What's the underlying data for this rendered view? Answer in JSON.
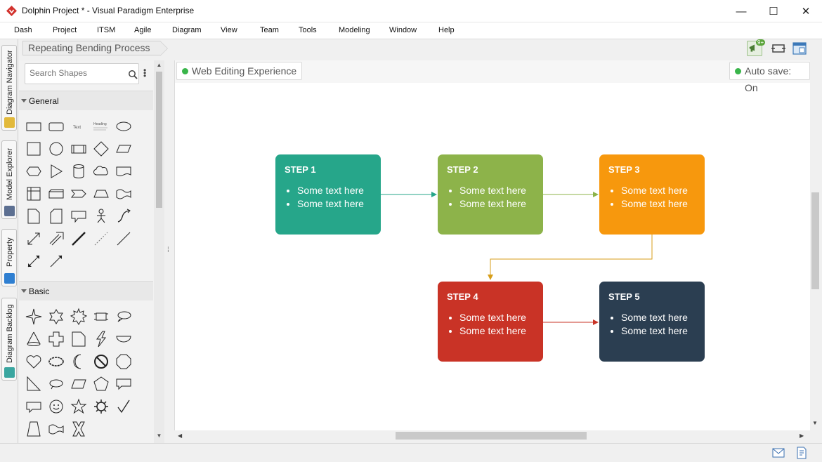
{
  "window": {
    "title": "Dolphin Project * - Visual Paradigm Enterprise",
    "minimize_glyph": "—",
    "maximize_glyph": "☐",
    "close_glyph": "✕"
  },
  "menu": [
    "Dash",
    "Project",
    "ITSM",
    "Agile",
    "Diagram",
    "View",
    "Team",
    "Tools",
    "Modeling",
    "Window",
    "Help"
  ],
  "side_tabs": [
    "Diagram Navigator",
    "Model Explorer",
    "Property",
    "Diagram Backlog"
  ],
  "breadcrumb": "Repeating Bending Process",
  "toolbar": {
    "notification_badge": "9+",
    "icons": [
      "megaphone-icon",
      "fit-diagram-icon",
      "diagram-overview-icon"
    ]
  },
  "palette": {
    "search_placeholder": "Search Shapes",
    "groups": [
      "General",
      "Basic"
    ],
    "general_text_shape": "Text",
    "general_heading_shape": "Heading"
  },
  "canvas": {
    "web_editing_label": "Web Editing Experience",
    "autosave_label": "Auto save: On",
    "status_color": "#39b54a"
  },
  "steps": [
    {
      "title": "STEP 1",
      "bullets": [
        "Some text here",
        "Some text here"
      ],
      "color": "#26a68a"
    },
    {
      "title": "STEP 2",
      "bullets": [
        "Some text here",
        "Some text here"
      ],
      "color": "#8db34a"
    },
    {
      "title": "STEP 3",
      "bullets": [
        "Some text here",
        "Some text here"
      ],
      "color": "#f7980d"
    },
    {
      "title": "STEP 4",
      "bullets": [
        "Some text here",
        "Some text here"
      ],
      "color": "#c93326"
    },
    {
      "title": "STEP 5",
      "bullets": [
        "Some text here",
        "Some text here"
      ],
      "color": "#2b3e51"
    }
  ],
  "connector_colors": {
    "step1_to_step2": "#26a68a",
    "step2_to_step3": "#8db34a",
    "step3_to_step4": "#d79e1a",
    "step4_to_step5": "#c93326"
  },
  "statusbar": {
    "icons": [
      "mail-icon",
      "document-edit-icon"
    ]
  }
}
